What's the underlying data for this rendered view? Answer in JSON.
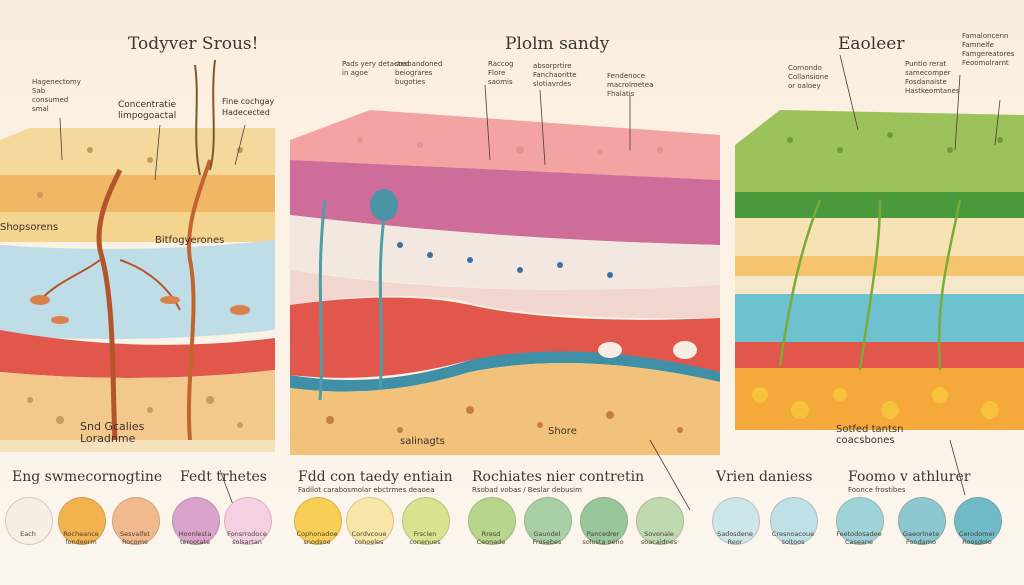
{
  "panels": [
    {
      "title": "Todyver Srous!",
      "labels": {
        "top_left": "Hagenectomy\nSab\nconsumed\nsmal",
        "top_mid": "Concentratie\nlimpogoactal",
        "top_right": "Fine cochgay\nHadecected",
        "side_left": "Shopsorens",
        "mid": "Bitfogyerones",
        "bottom": "Snd Gcalies\nLoradnme"
      }
    },
    {
      "title": "Plolm sandy",
      "labels": {
        "top_a": "Pads yery detacted\nin agoe",
        "top_b": "soabandoned\nbeiograres\nbugoties",
        "top_c": "Raccog\nFlore\nsaomis",
        "top_d": "absorprtire\nFanchaoritte\nslotiavrdes",
        "top_e": "Fendenoce\nmacrolmetea\nFhalatis",
        "bottom_left": "salinagts",
        "bottom_right": "Shore"
      }
    },
    {
      "title": "Eaoleer",
      "labels": {
        "top_a": "Cornondo\nCollansione\nor oaloey",
        "top_b": "Puntio rerat\nsamecomper\nFosdanaiste\nHastkeomtanes",
        "top_c": "Famaloncenn\nFamnelfe\nFamgereatores\nFeoomolrarnt",
        "bottom": "Sotfed tantsn\ncoacsbones"
      }
    }
  ],
  "bottom_groups": [
    {
      "title": "Eng swmecornogtine",
      "items": [
        {
          "color": "#f7efe3",
          "caption": "Each"
        },
        {
          "color": "#f2b34e",
          "caption": "Rocheance\nfondeerm"
        },
        {
          "color": "#f0b98e",
          "caption": "Sesvalfet\nRocome"
        }
      ]
    },
    {
      "title": "Fedt trhetes",
      "items": [
        {
          "color": "#d9a3cc",
          "caption": "Hoonlesta\nterootate"
        },
        {
          "color": "#f5d0e2",
          "caption": "Fonsrrodoce\nsolsartan"
        }
      ]
    },
    {
      "title": "Fdd con taedy entiain",
      "subtitle": "Fadilot carabosmolar ebctrmes deaoea",
      "items": [
        {
          "color": "#f6cf54",
          "caption": "Cophonadoe\nsnodsoe"
        },
        {
          "color": "#f7e6a8",
          "caption": "Cordvcoue\ncohoeles"
        },
        {
          "color": "#d8e28f",
          "caption": "Frsclen\nconenues"
        }
      ]
    },
    {
      "title": "Rochiates nier contretin",
      "subtitle": "Rsobad vobas / Beslar debusim",
      "items": [
        {
          "color": "#b7d58c",
          "caption": "Rresd\nCeonade"
        },
        {
          "color": "#a9d0a5",
          "caption": "Gaundel\nFrosebes"
        },
        {
          "color": "#98c79a",
          "caption": "Pancedrer\nsolosta oeno"
        },
        {
          "color": "#bfd9b0",
          "caption": "Sovonale\nsoacaidnes"
        }
      ]
    },
    {
      "title": "Vrien daniess",
      "items": [
        {
          "color": "#cde6e9",
          "caption": "Sadosdene\nReor"
        },
        {
          "color": "#bfe0e6",
          "caption": "Cresnoacoue\nsoltoos"
        }
      ]
    },
    {
      "title": "Foomo v athlurer",
      "subtitle": "Foonce frostibes",
      "items": [
        {
          "color": "#9fd3d8",
          "caption": "Feetodosadee\nCaseane"
        },
        {
          "color": "#8dc7cf",
          "caption": "Gaeorlnete\nFondamo"
        },
        {
          "color": "#6fbcc8",
          "caption": "Cerodomer\nRoosdolo"
        }
      ]
    }
  ]
}
